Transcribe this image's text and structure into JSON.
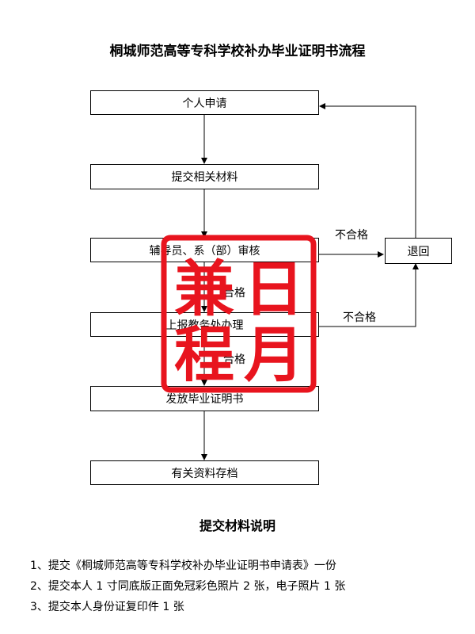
{
  "title": "桐城师范高等专科学校补办毕业证明书流程",
  "flow": {
    "step1": "个人申请",
    "step2": "提交相关材料",
    "step3": "辅导员、系（部）审核",
    "step4": "上报教务处办理",
    "step5": "发放毕业证明书",
    "step6": "有关资料存档",
    "return_box": "退回",
    "pass_label_1": "合格",
    "pass_label_2": "合格",
    "fail_label_1": "不合格",
    "fail_label_2": "不合格"
  },
  "stamp": {
    "chars": [
      "兼",
      "日",
      "程",
      "月"
    ],
    "color": "#e8141e"
  },
  "materials": {
    "heading": "提交材料说明",
    "items": [
      "1、提交《桐城师范高等专科学校补办毕业证明书申请表》一份",
      "2、提交本人 1 寸同底版正面免冠彩色照片 2 张，电子照片 1 张",
      "3、提交本人身份证复印件 1 张"
    ]
  }
}
